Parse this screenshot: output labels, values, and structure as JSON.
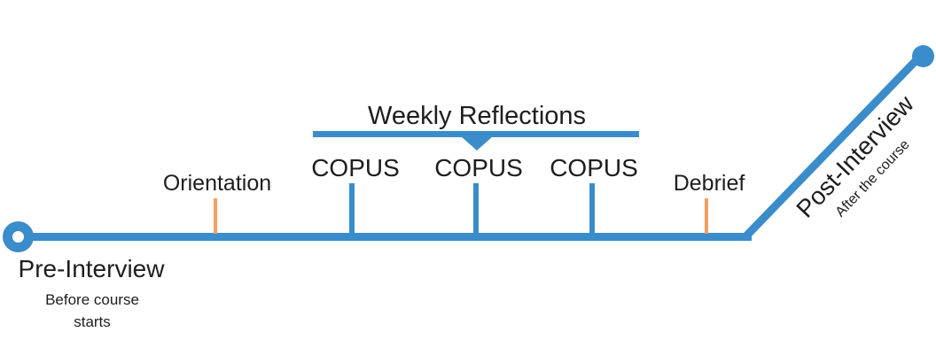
{
  "colors": {
    "timeline": "#3a8cca",
    "accent": "#f99e5e",
    "text": "#1e1e1e"
  },
  "timeline": {
    "start": {
      "label": "Pre-Interview",
      "sublabel": "Before course\nstarts"
    },
    "milestones": [
      {
        "label": "Orientation",
        "marker": "orange-tick"
      },
      {
        "label": "COPUS",
        "marker": "blue-tick"
      },
      {
        "label": "COPUS",
        "marker": "blue-tick"
      },
      {
        "label": "COPUS",
        "marker": "blue-tick"
      },
      {
        "label": "Debrief",
        "marker": "orange-tick"
      }
    ],
    "bracket": {
      "label": "Weekly Reflections"
    },
    "end": {
      "label": "Post-Interview",
      "sublabel": "After the course"
    }
  }
}
